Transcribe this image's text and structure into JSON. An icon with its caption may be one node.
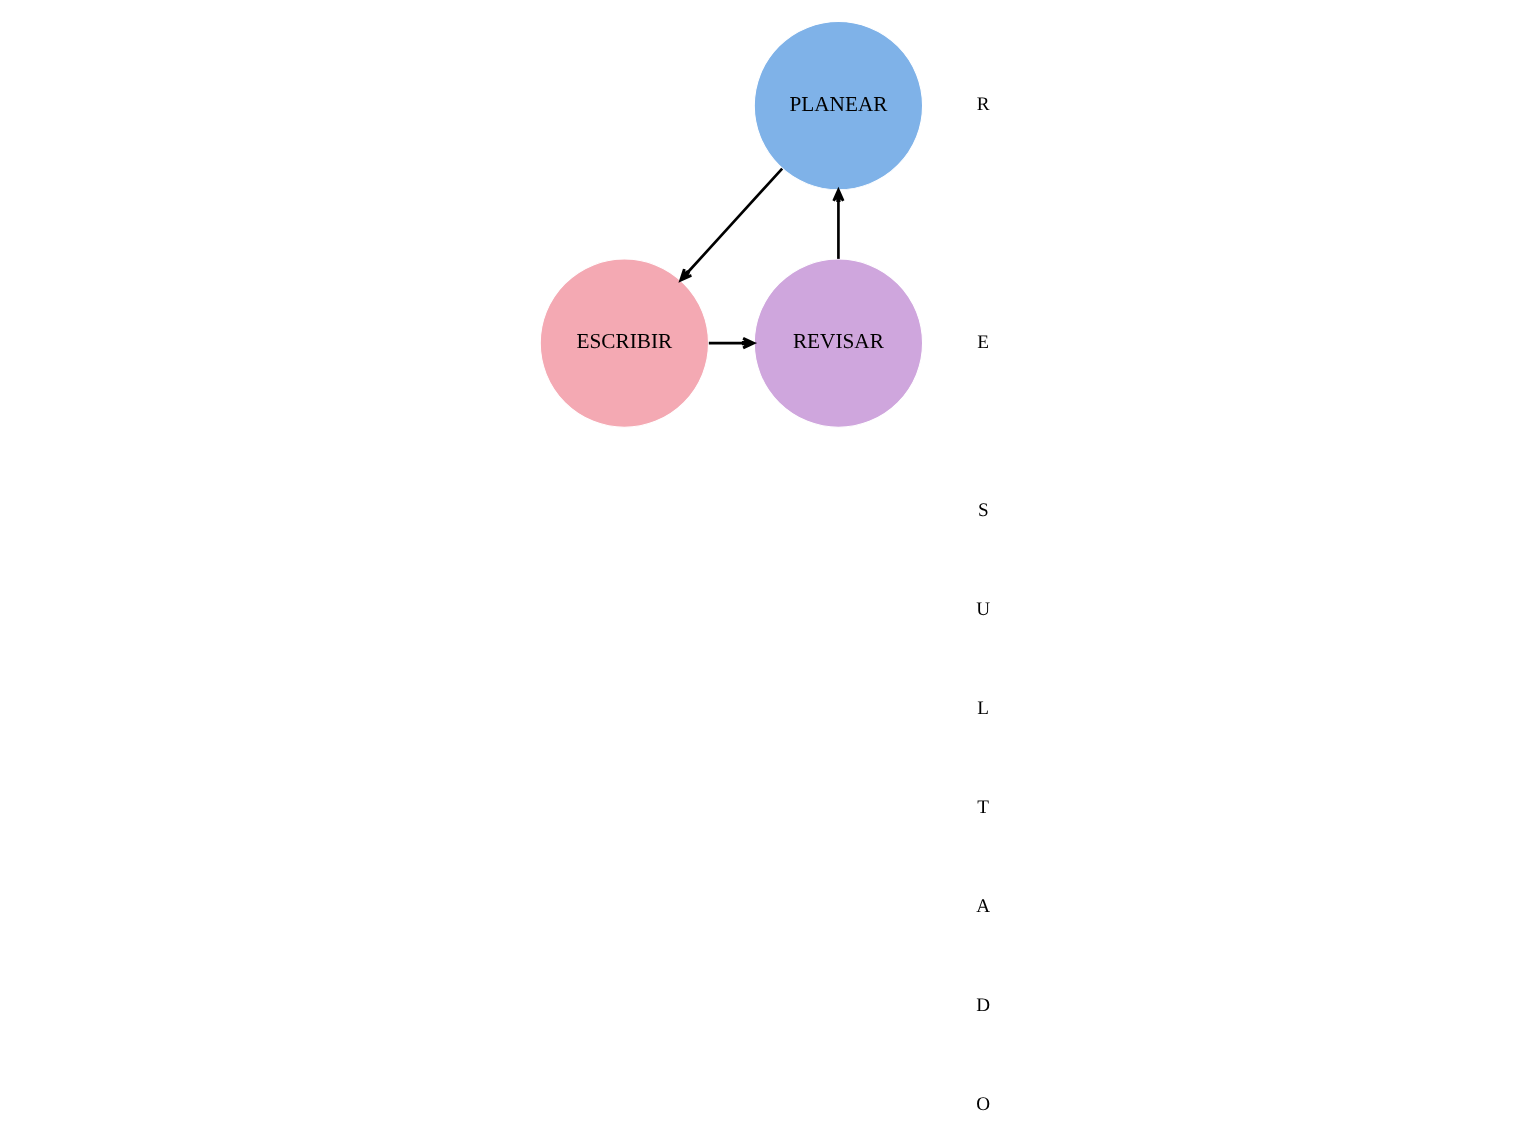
{
  "diagram": {
    "nodes": [
      {
        "text": [
          "PLANEAR"
        ]
      },
      {
        "text": [
          "REVISAR"
        ]
      },
      {
        "text": [
          "ESCRIBIR"
        ]
      }
    ],
    "edges": [
      {
        "from": 0,
        "to": 2,
        "arrow": "to"
      },
      {
        "from": 2,
        "to": 1,
        "arrow": "to"
      },
      {
        "from": 1,
        "to": 0,
        "arrow": "to"
      }
    ],
    "labels": [
      "R",
      "E",
      "S",
      "U",
      "L",
      "T",
      "A",
      "D",
      "O"
    ]
  }
}
